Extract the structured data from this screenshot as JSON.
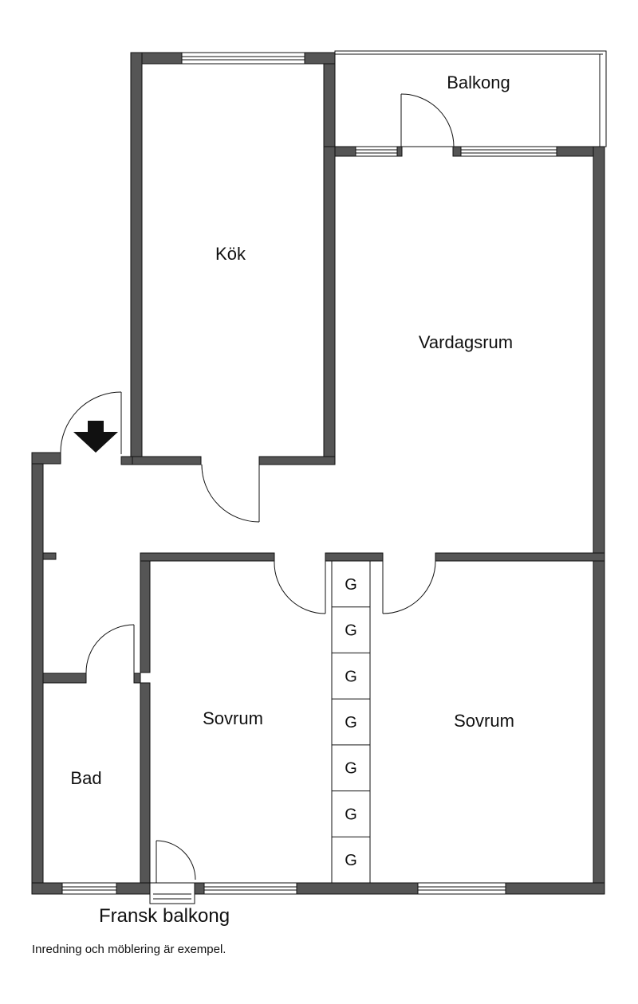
{
  "rooms": {
    "kok": "Kök",
    "balkong": "Balkong",
    "vardagsrum": "Vardagsrum",
    "sovrum_left": "Sovrum",
    "sovrum_right": "Sovrum",
    "bad": "Bad"
  },
  "wardrobes": [
    "G",
    "G",
    "G",
    "G",
    "G",
    "G",
    "G"
  ],
  "captions": {
    "fransk_balkong": "Fransk balkong",
    "disclaimer": "Inredning och möblering är exempel."
  },
  "icons": {
    "entrance": "entrance-arrow-icon"
  },
  "colors": {
    "wall": "#555555",
    "line": "#111111",
    "background": "#ffffff"
  }
}
